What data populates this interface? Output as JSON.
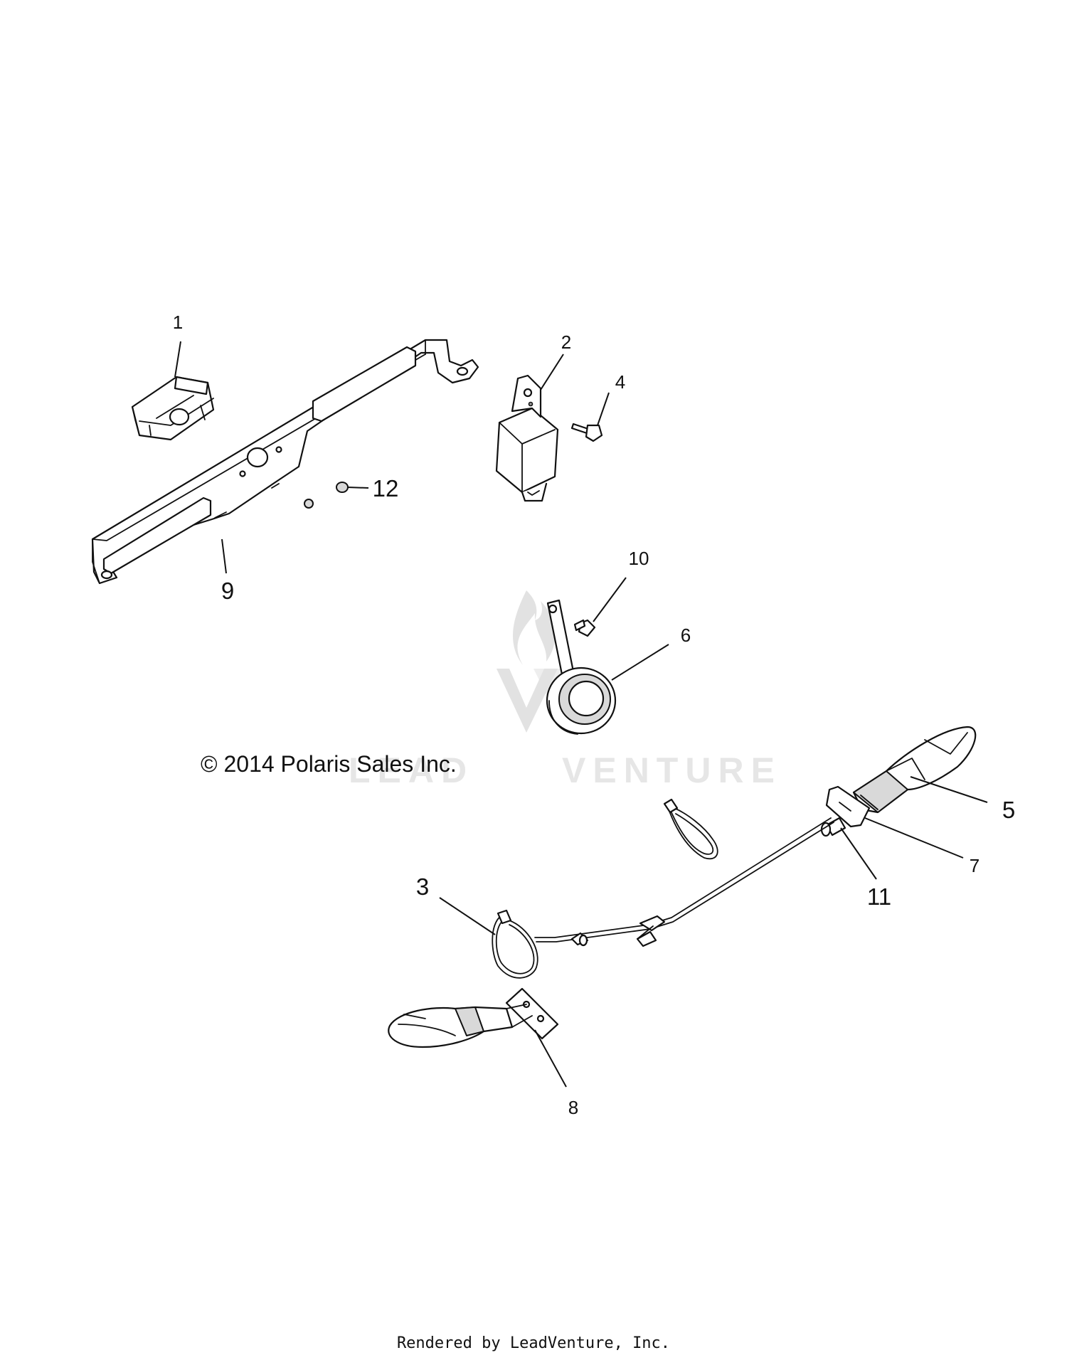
{
  "diagram": {
    "copyright": "© 2014 Polaris Sales Inc.",
    "footer": "Rendered by LeadVenture, Inc.",
    "watermark": "LEADVENTURE",
    "callouts": {
      "c1": "1",
      "c2": "2",
      "c3": "3",
      "c4": "4",
      "c5": "5",
      "c6": "6",
      "c7": "7",
      "c8": "8",
      "c9": "9",
      "c10": "10",
      "c11": "11",
      "c12": "12"
    }
  }
}
